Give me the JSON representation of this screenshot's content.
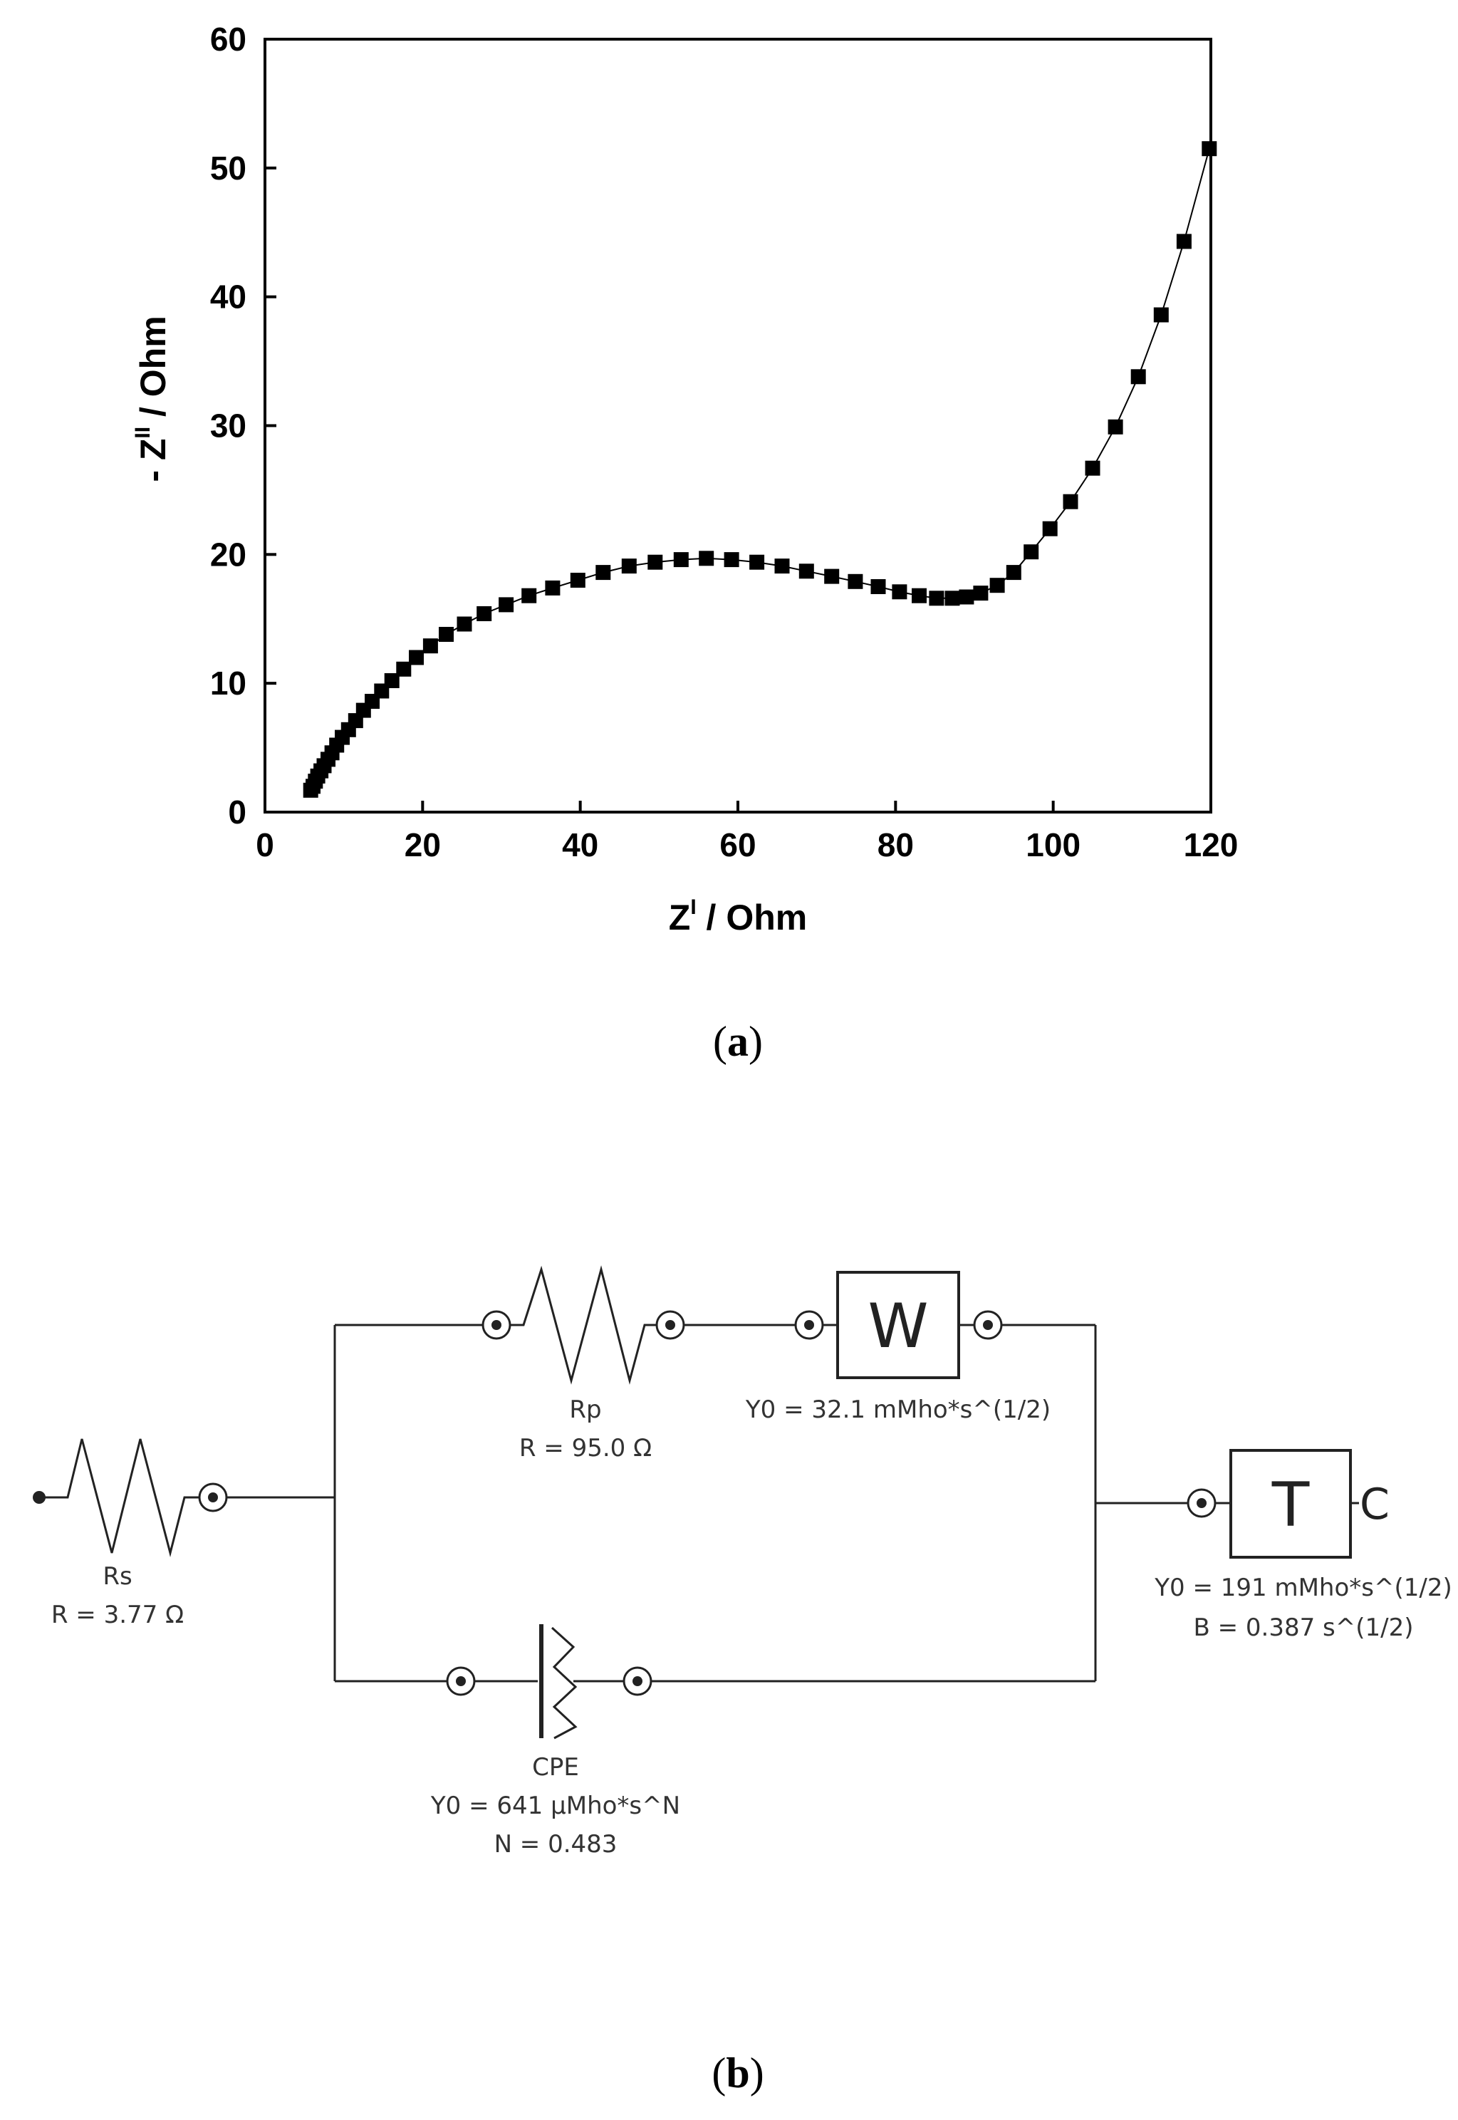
{
  "chart_data": {
    "type": "scatter",
    "title": "",
    "xlabel": "Z",
    "xlabel_superscript": "I",
    "xlabel_unit": " / Ohm",
    "ylabel_prefix": "- Z",
    "ylabel_superscript": "II",
    "ylabel_unit": " / Ohm",
    "xlim": [
      0,
      120
    ],
    "ylim": [
      0,
      60
    ],
    "xticks": [
      "0",
      "20",
      "40",
      "60",
      "80",
      "100",
      "120"
    ],
    "yticks": [
      "0",
      "10",
      "20",
      "30",
      "40",
      "50",
      "60"
    ],
    "grid": false,
    "marker": "square",
    "connected_line": true,
    "series": [
      {
        "x": [
          5.8,
          6.1,
          6.4,
          6.7,
          7.1,
          7.5,
          8.0,
          8.5,
          9.1,
          9.8,
          10.6,
          11.5,
          12.5,
          13.6,
          14.8,
          16.1,
          17.6,
          19.2,
          21.0,
          23.0,
          25.3,
          27.8,
          30.6,
          33.5,
          36.5,
          39.7,
          42.9,
          46.2,
          49.5,
          52.8,
          56.0,
          59.2,
          62.4,
          65.6,
          68.7,
          71.9,
          74.9,
          77.8,
          80.5,
          83.0,
          85.2,
          87.2,
          89.0,
          90.8,
          92.9,
          95.0,
          97.2,
          99.6,
          102.2,
          105.0,
          107.9,
          110.8,
          113.7,
          116.6,
          119.8
        ],
        "y": [
          1.7,
          2.0,
          2.4,
          2.8,
          3.2,
          3.6,
          4.1,
          4.6,
          5.2,
          5.8,
          6.4,
          7.1,
          7.9,
          8.6,
          9.4,
          10.2,
          11.1,
          12.0,
          12.9,
          13.8,
          14.6,
          15.4,
          16.1,
          16.8,
          17.4,
          18.0,
          18.6,
          19.1,
          19.4,
          19.6,
          19.7,
          19.6,
          19.4,
          19.1,
          18.7,
          18.3,
          17.9,
          17.5,
          17.1,
          16.8,
          16.6,
          16.6,
          16.7,
          17.0,
          17.6,
          18.6,
          20.2,
          22.0,
          24.1,
          26.7,
          29.9,
          33.8,
          38.6,
          44.3,
          51.5
        ]
      }
    ]
  },
  "panel_a_label": {
    "open": "(",
    "letter": "a",
    "close": ")"
  },
  "panel_b_label": {
    "open": "(",
    "letter": "b",
    "close": ")"
  },
  "circuit": {
    "rs": {
      "name": "Rs",
      "value": "R = 3.77 Ω"
    },
    "rp": {
      "name": "Rp",
      "value": "R = 95.0 Ω"
    },
    "w": {
      "symbol": "W",
      "value": "Y0 = 32.1 mMho*s^(1/2)"
    },
    "cpe": {
      "name": "CPE",
      "value1": "Y0 = 641 µMho*s^N",
      "value2": "N = 0.483"
    },
    "t": {
      "symbol": "T",
      "end_symbol": "C",
      "value1": "Y0 = 191 mMho*s^(1/2)",
      "value2": "B = 0.387 s^(1/2)"
    }
  }
}
